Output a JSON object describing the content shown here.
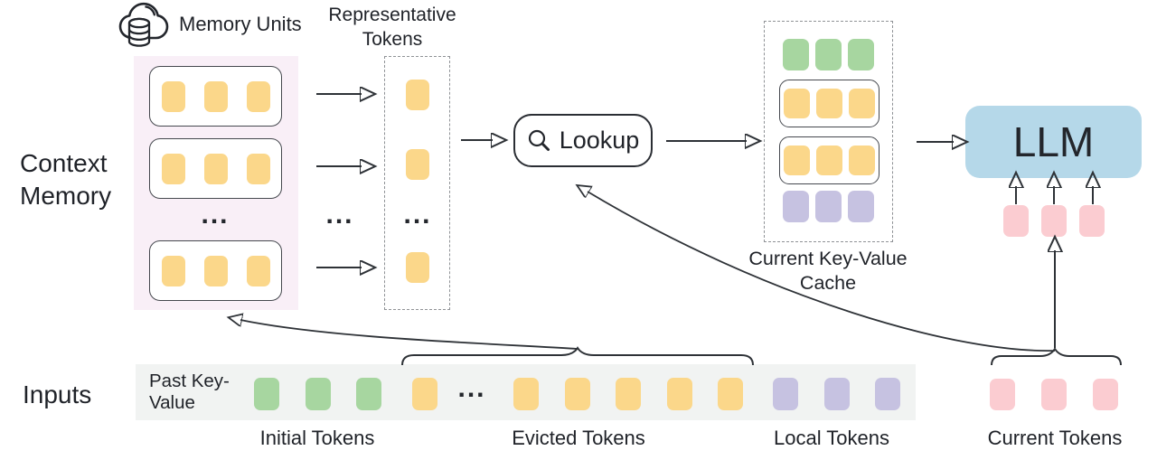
{
  "ellipsis": "...",
  "header": {
    "memory_units": "Memory Units",
    "representative_tokens": "Representative Tokens"
  },
  "left_labels": {
    "context_memory": "Context Memory",
    "inputs": "Inputs"
  },
  "icons": {
    "memory_units_icon": "cloud-database-icon",
    "lookup_icon": "search-icon"
  },
  "memory_panel": {
    "row1": [
      "yellow",
      "yellow",
      "yellow"
    ],
    "row2": [
      "yellow",
      "yellow",
      "yellow"
    ],
    "row3": [
      "yellow",
      "yellow",
      "yellow"
    ]
  },
  "representative_column": {
    "top": [
      "yellow"
    ],
    "middle": [
      "yellow"
    ],
    "bottom": [
      "yellow"
    ]
  },
  "lookup": {
    "label": "Lookup"
  },
  "cache": {
    "label": "Current Key-Value Cache",
    "row_initial": [
      "green",
      "green",
      "green"
    ],
    "row_retrieved1": [
      "yellow",
      "yellow",
      "yellow"
    ],
    "row_retrieved2": [
      "yellow",
      "yellow",
      "yellow"
    ],
    "row_local": [
      "purple",
      "purple",
      "purple"
    ]
  },
  "llm": {
    "label": "LLM",
    "input_tokens": [
      "pink",
      "pink",
      "pink"
    ]
  },
  "inputs_bar": {
    "past_key_value": "Past Key-Value",
    "initial_tokens": [
      "green",
      "green",
      "green"
    ],
    "evicted_head": [
      "yellow"
    ],
    "evicted_tail": [
      "yellow",
      "yellow",
      "yellow",
      "yellow",
      "yellow"
    ],
    "local_tokens": [
      "purple",
      "purple",
      "purple"
    ],
    "current_tokens": [
      "pink",
      "pink",
      "pink"
    ],
    "group_labels": {
      "initial": "Initial Tokens",
      "evicted": "Evicted Tokens",
      "local": "Local Tokens",
      "current": "Current Tokens"
    }
  },
  "colors": {
    "yellow": "#FBD78A",
    "green": "#A7D6A0",
    "purple": "#C6C2E1",
    "pink": "#FBCCD1",
    "llm_blue": "#B5D8E9",
    "panel_bg": "#F9EFF7",
    "bar_bg": "#F1F3F2",
    "stroke": "#2E3237"
  }
}
